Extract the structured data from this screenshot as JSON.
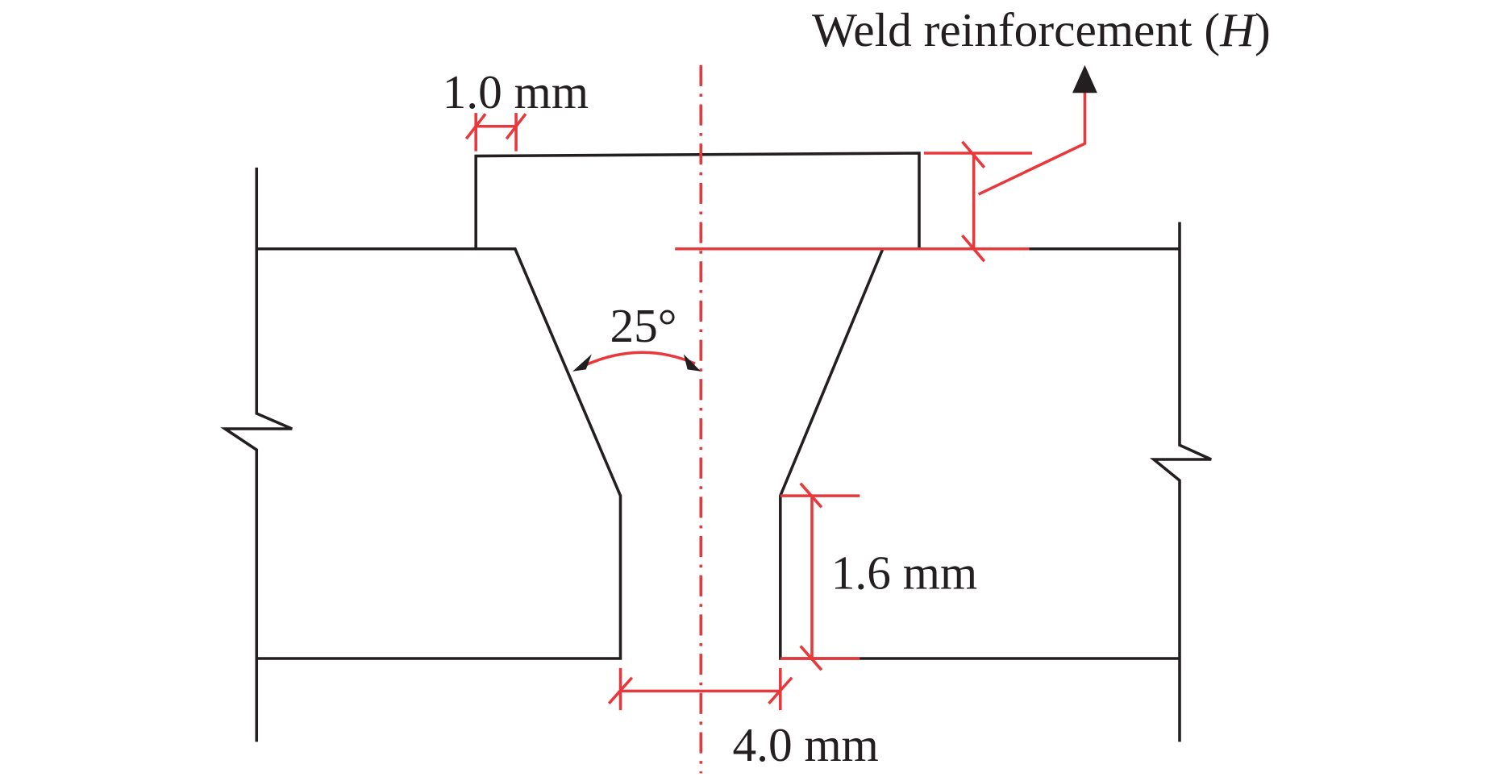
{
  "title": "Weld reinforcement (H)",
  "title_main": "Weld reinforcement (",
  "title_var": "H",
  "title_close": ")",
  "labels": {
    "reinforcement_offset": "1.0 mm",
    "groove_angle": "25°",
    "root_face": "1.6 mm",
    "root_gap": "4.0 mm"
  },
  "colors": {
    "outline": "#231f20",
    "dimension": "#e8383b"
  }
}
